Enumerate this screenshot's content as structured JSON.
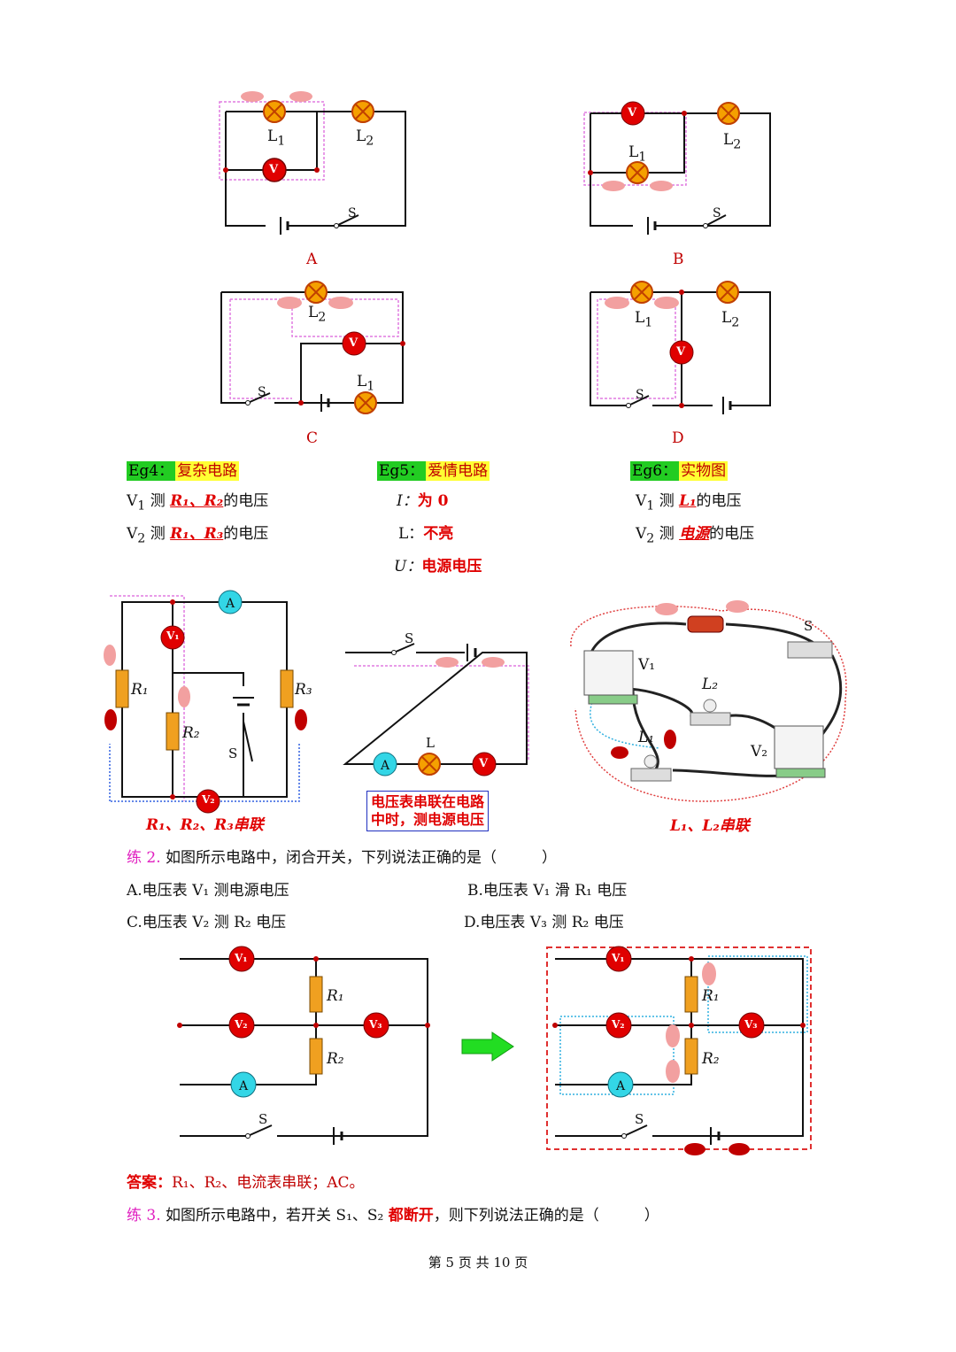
{
  "diagrams_top": {
    "A": {
      "caption": "A",
      "l1": "L",
      "l1_sub": "1",
      "l2": "L",
      "l2_sub": "2",
      "v": "V",
      "s": "S"
    },
    "B": {
      "caption": "B",
      "l1": "L",
      "l1_sub": "1",
      "l2": "L",
      "l2_sub": "2",
      "v": "V",
      "s": "S"
    },
    "C": {
      "caption": "C",
      "l1": "L",
      "l1_sub": "1",
      "l2": "L",
      "l2_sub": "2",
      "v": "V",
      "s": "S"
    },
    "D": {
      "caption": "D",
      "l1": "L",
      "l1_sub": "1",
      "l2": "L",
      "l2_sub": "2",
      "v": "V",
      "s": "S"
    }
  },
  "eg4": {
    "tag": "Eg4：",
    "title": "复杂电路",
    "line1_pre": "V",
    "line1_sub": "1",
    "line1_mid": " 测 ",
    "line1_ans": "R₁、R₂",
    "line1_post": "的电压",
    "line2_pre": "V",
    "line2_sub": "2",
    "line2_mid": " 测 ",
    "line2_ans": "R₁、R₃",
    "line2_post": "的电压",
    "caption": "R₁、R₂、R₃串联",
    "labels": {
      "a": "A",
      "v1": "V₁",
      "v2": "V₂",
      "r1": "R₁",
      "r2": "R₂",
      "r3": "R₃",
      "s": "S"
    }
  },
  "eg5": {
    "tag": "Eg5：",
    "title": "爱情电路",
    "i_label": "I：",
    "i_value": "为 0",
    "l_label": "L：",
    "l_value": "不亮",
    "u_label": "U：",
    "u_value": "电源电压",
    "box_line1": "电压表串联在电路",
    "box_line2": "中时，测电源电压",
    "labels": {
      "s": "S",
      "a": "A",
      "l": "L",
      "v": "V"
    }
  },
  "eg6": {
    "tag": "Eg6：",
    "title": "实物图",
    "line1_pre": "V",
    "line1_sub": "1",
    "line1_mid": " 测 ",
    "line1_ans": "L₁",
    "line1_post": "的电压",
    "line2_pre": "V",
    "line2_sub": "2",
    "line2_mid": " 测 ",
    "line2_ans": "电源",
    "line2_post": "的电压",
    "caption": "L₁、L₂串联",
    "labels": {
      "s": "S",
      "v1": "V₁",
      "v2": "V₂",
      "l1": "L₁",
      "l2": "L₂"
    }
  },
  "practice2": {
    "label": "练 2.",
    "question": " 如图所示电路中，闭合开关，下列说法正确的是（　　　）",
    "option_a": "A.电压表 V₁ 测电源电压",
    "option_b": "B.电压表 V₁ 滑 R₁ 电压",
    "option_c": "C.电压表 V₂ 测 R₂ 电压",
    "option_d": "D.电压表 V₃ 测 R₂ 电压",
    "answer_label": "答案：",
    "answer_text": "R₁、R₂、电流表串联；AC。",
    "labels": {
      "v1": "V₁",
      "v2": "V₂",
      "v3": "V₃",
      "r1": "R₁",
      "r2": "R₂",
      "a": "A",
      "s": "S"
    }
  },
  "practice3": {
    "label": "练 3.",
    "question_pre": " 如图所示电路中，若开关 S₁、S₂ ",
    "question_em": "都断开",
    "question_post": "，则下列说法正确的是（　　　）"
  },
  "footer": {
    "page": "第 5 页 共 10 页"
  },
  "colors": {
    "meter_red": "#e00000",
    "lamp_orange": "#f5a000",
    "ammeter_cyan": "#33d6e6",
    "resistor": "#f0a020",
    "arrow_green": "#22dd22"
  }
}
